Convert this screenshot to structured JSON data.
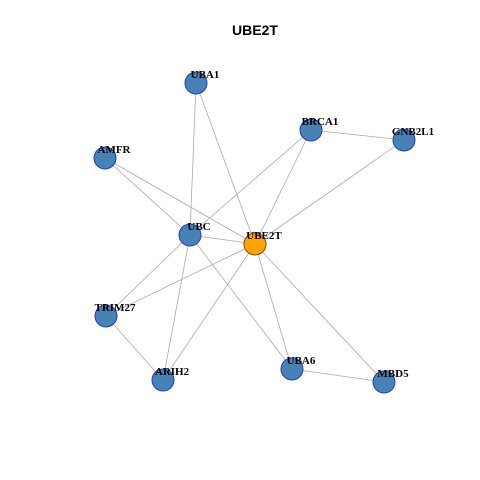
{
  "title": "UBE2T",
  "colors": {
    "background": "#ffffff",
    "edge": "#aaaaaa",
    "node_fill": "#4682b4",
    "node_stroke": "#1f3fbf",
    "focus_fill": "#ffa500",
    "focus_stroke": "#8b4513"
  },
  "nodes": [
    {
      "id": "UBE2T",
      "label": "UBE2T",
      "focus": true
    },
    {
      "id": "UBA1",
      "label": "UBA1",
      "focus": false
    },
    {
      "id": "BRCA1",
      "label": "BRCA1",
      "focus": false
    },
    {
      "id": "GNB2L1",
      "label": "GNB2L1",
      "focus": false
    },
    {
      "id": "AMFR",
      "label": "AMFR",
      "focus": false
    },
    {
      "id": "UBC",
      "label": "UBC",
      "focus": false
    },
    {
      "id": "TRIM27",
      "label": "TRIM27",
      "focus": false
    },
    {
      "id": "ARIH2",
      "label": "ARIH2",
      "focus": false
    },
    {
      "id": "UBA6",
      "label": "UBA6",
      "focus": false
    },
    {
      "id": "MBD5",
      "label": "MBD5",
      "focus": false
    }
  ],
  "edges": [
    [
      "UBA1",
      "UBC"
    ],
    [
      "UBA1",
      "UBE2T"
    ],
    [
      "BRCA1",
      "GNB2L1"
    ],
    [
      "BRCA1",
      "UBC"
    ],
    [
      "BRCA1",
      "UBE2T"
    ],
    [
      "GNB2L1",
      "UBE2T"
    ],
    [
      "AMFR",
      "UBC"
    ],
    [
      "AMFR",
      "UBE2T"
    ],
    [
      "UBC",
      "UBE2T"
    ],
    [
      "UBC",
      "TRIM27"
    ],
    [
      "UBC",
      "ARIH2"
    ],
    [
      "UBC",
      "UBA6"
    ],
    [
      "UBE2T",
      "TRIM27"
    ],
    [
      "UBE2T",
      "ARIH2"
    ],
    [
      "UBE2T",
      "UBA6"
    ],
    [
      "UBE2T",
      "MBD5"
    ],
    [
      "TRIM27",
      "ARIH2"
    ],
    [
      "UBA6",
      "MBD5"
    ]
  ]
}
